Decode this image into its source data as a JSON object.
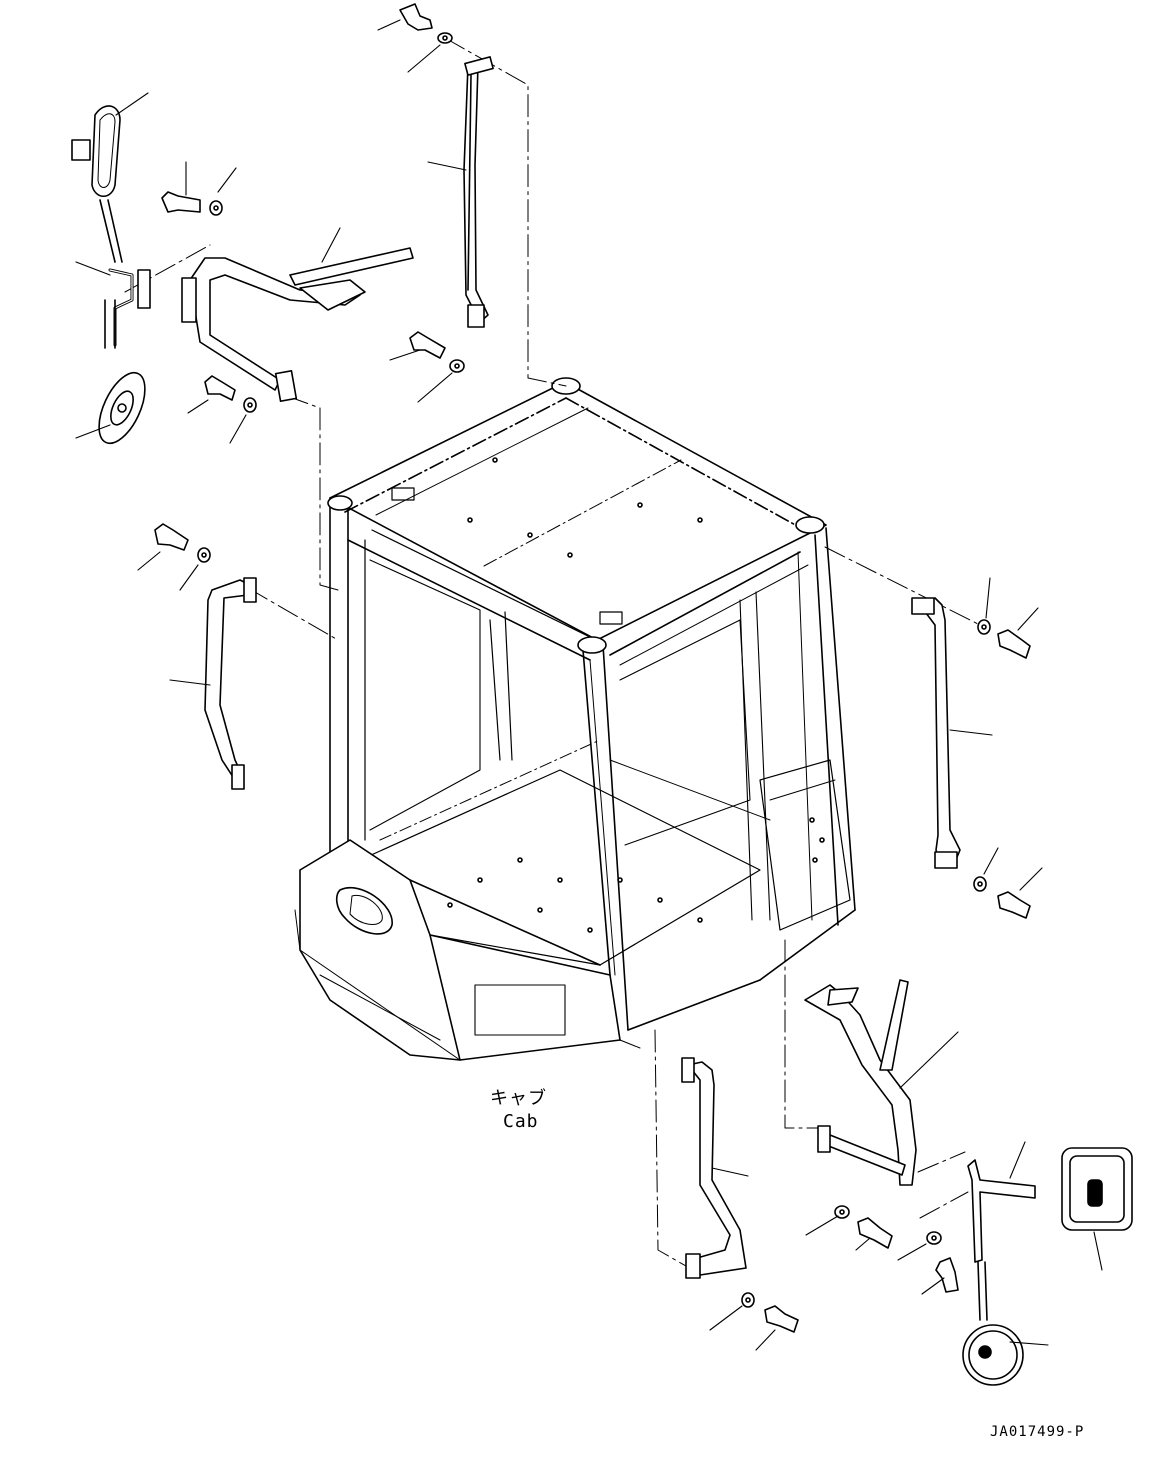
{
  "labels": {
    "cab_jp": "キャブ",
    "cab_en": "Cab",
    "drawing_number": "JA017499-P"
  },
  "icons": [
    "mirror-icon",
    "round-mirror-icon",
    "bolt-icon",
    "washer-icon",
    "handrail-icon",
    "mirror-stay-icon",
    "cab-frame-icon"
  ],
  "colors": {
    "line": "#000000",
    "background": "#ffffff"
  }
}
